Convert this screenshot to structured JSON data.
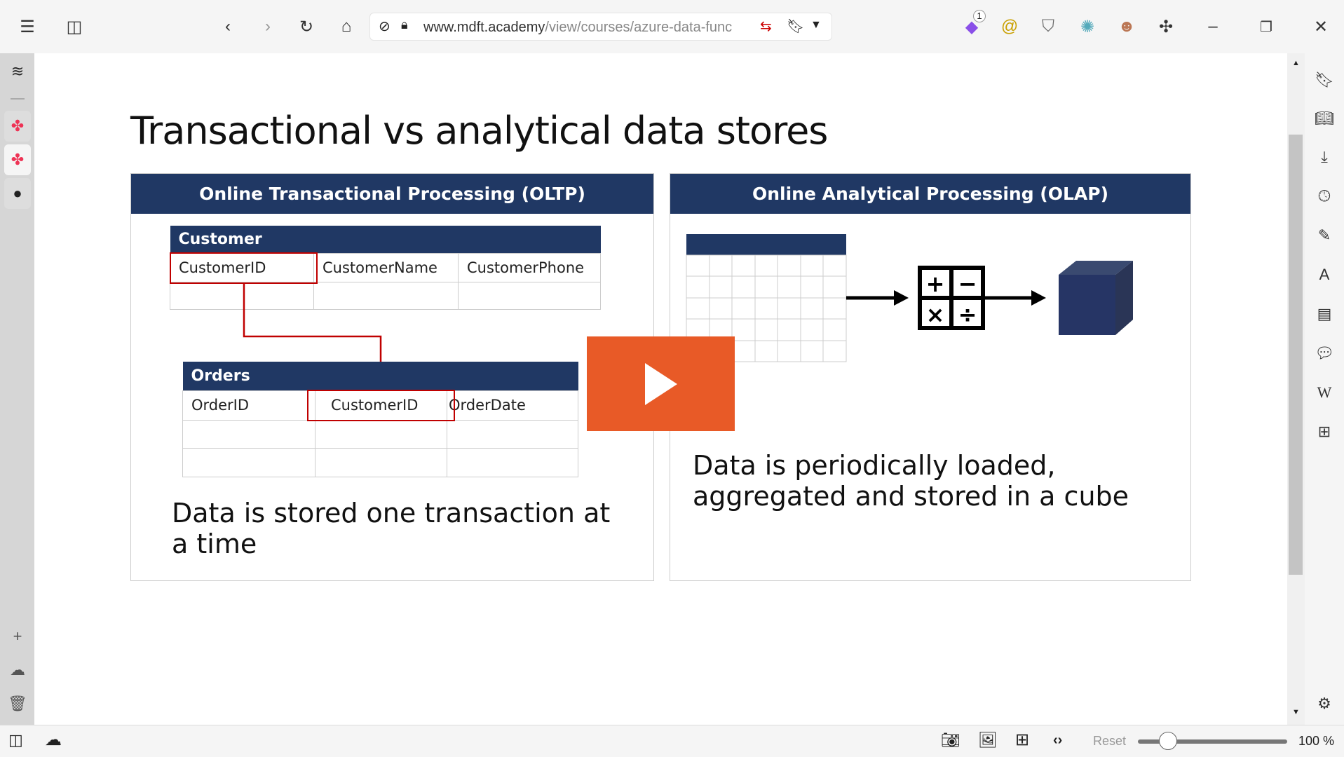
{
  "browser": {
    "url_host": "www.mdft.academy",
    "url_path": "/view/courses/azure-data-func",
    "extension_badge": "1",
    "zoom_reset": "Reset",
    "zoom_level": "100 %",
    "zoom_fraction": 0.2
  },
  "icons": {
    "menu": "menu-icon",
    "sidebar": "sidebar-toggle-icon",
    "back": "back-icon",
    "forward": "forward-icon",
    "reload": "reload-icon",
    "home": "home-icon"
  },
  "slide": {
    "title": "Transactional vs analytical data stores",
    "oltp": {
      "header": "Online Transactional Processing (OLTP)",
      "customer": {
        "name": "Customer",
        "columns": [
          "CustomerID",
          "CustomerName",
          "CustomerPhone"
        ]
      },
      "orders": {
        "name": "Orders",
        "columns": [
          "OrderID",
          "CustomerID",
          "OrderDate"
        ]
      },
      "caption": "Data is stored one transaction at a time"
    },
    "olap": {
      "header": "Online Analytical Processing (OLAP)",
      "caption": "Data is periodically loaded, aggregated and stored in a cube"
    },
    "colors": {
      "header": "#203864",
      "key_highlight": "#c00000",
      "play": "#e85a27"
    }
  }
}
